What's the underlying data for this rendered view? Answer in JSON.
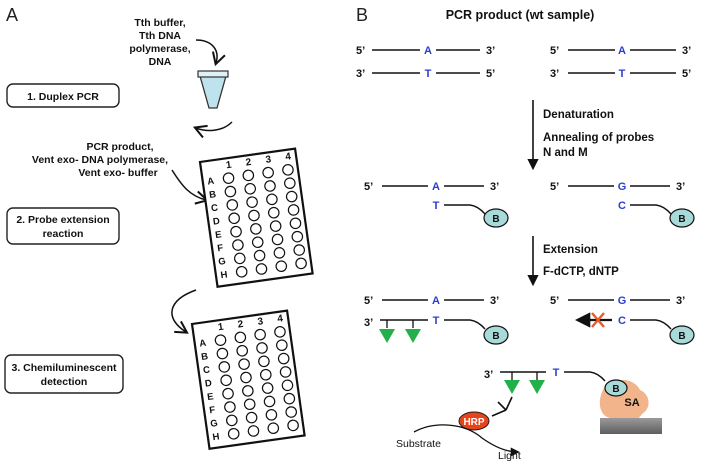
{
  "panel_a": {
    "letter": "A",
    "reagents_1": [
      "Tth buffer,",
      "Tth DNA",
      "polymerase,",
      "DNA"
    ],
    "reagents_2": [
      "PCR product,",
      "Vent exo- DNA polymerase,",
      "Vent exo- buffer"
    ],
    "steps": [
      {
        "lines": [
          "1. Duplex PCR"
        ]
      },
      {
        "lines": [
          "2. Probe extension",
          "reaction"
        ]
      },
      {
        "lines": [
          "3. Chemiluminescent",
          "detection"
        ]
      }
    ],
    "plate": {
      "columns": [
        "1",
        "2",
        "3",
        "4"
      ],
      "rows": [
        "A",
        "B",
        "C",
        "D",
        "E",
        "F",
        "G",
        "H"
      ]
    }
  },
  "panel_b": {
    "letter": "B",
    "title": "PCR product (wt sample)",
    "five_prime": "5’",
    "three_prime": "3’",
    "bases": {
      "A": "A",
      "T": "T",
      "G": "G",
      "C": "C"
    },
    "step1": {
      "label": "Denaturation",
      "sublabel_lines": [
        "Annealing of probes",
        "N and M"
      ]
    },
    "step2": {
      "label": "Extension",
      "sublabel": "F-dCTP, dNTP"
    },
    "biotin": "B",
    "streptavidin": "SA",
    "hrp": "HRP",
    "substrate": "Substrate",
    "light": "Light"
  },
  "colors": {
    "base_blue": "#2a3fd0",
    "probe_fill": "#a8dada",
    "fluorescein_green": "#22b04b",
    "hrp_red": "#e8431a",
    "streptavidin_orange": "#f2b48a",
    "surface_gray": "#7f7f7f",
    "tube_blue": "#bfe3ee",
    "block_x": "#e85a2a"
  }
}
